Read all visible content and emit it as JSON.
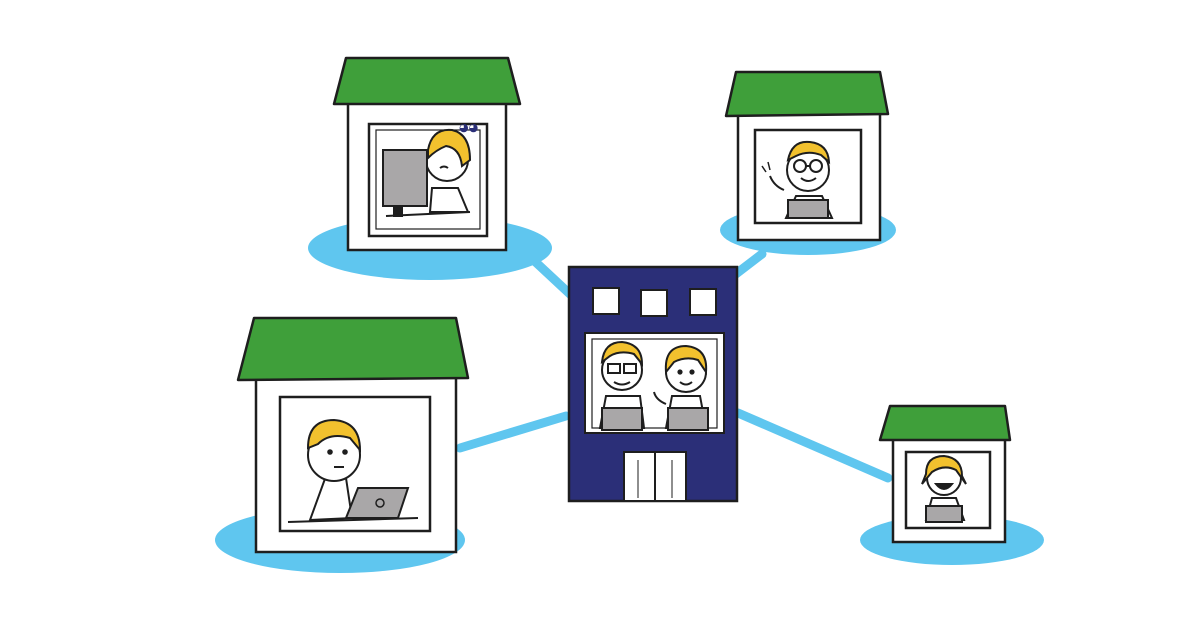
{
  "colors": {
    "background": "#ffffff",
    "roof": "#3f9f3a",
    "ground": "#5fc6ef",
    "office": "#2b2f78",
    "hair": "#f2c12e",
    "laptop": "#a9a7a8",
    "outline": "#1e1e1e"
  },
  "scene": {
    "houses": [
      {
        "icon": "house-icon",
        "person": "worried-worker-with-desktop-monitor"
      },
      {
        "icon": "house-icon",
        "person": "waving-worker-with-glasses"
      },
      {
        "icon": "house-icon",
        "person": "worker-with-laptop"
      },
      {
        "icon": "house-icon",
        "person": "smiling-worker-with-laptop"
      }
    ],
    "office": {
      "icon": "office-building-icon",
      "people": [
        "worker-with-glasses",
        "waving-worker"
      ]
    }
  }
}
